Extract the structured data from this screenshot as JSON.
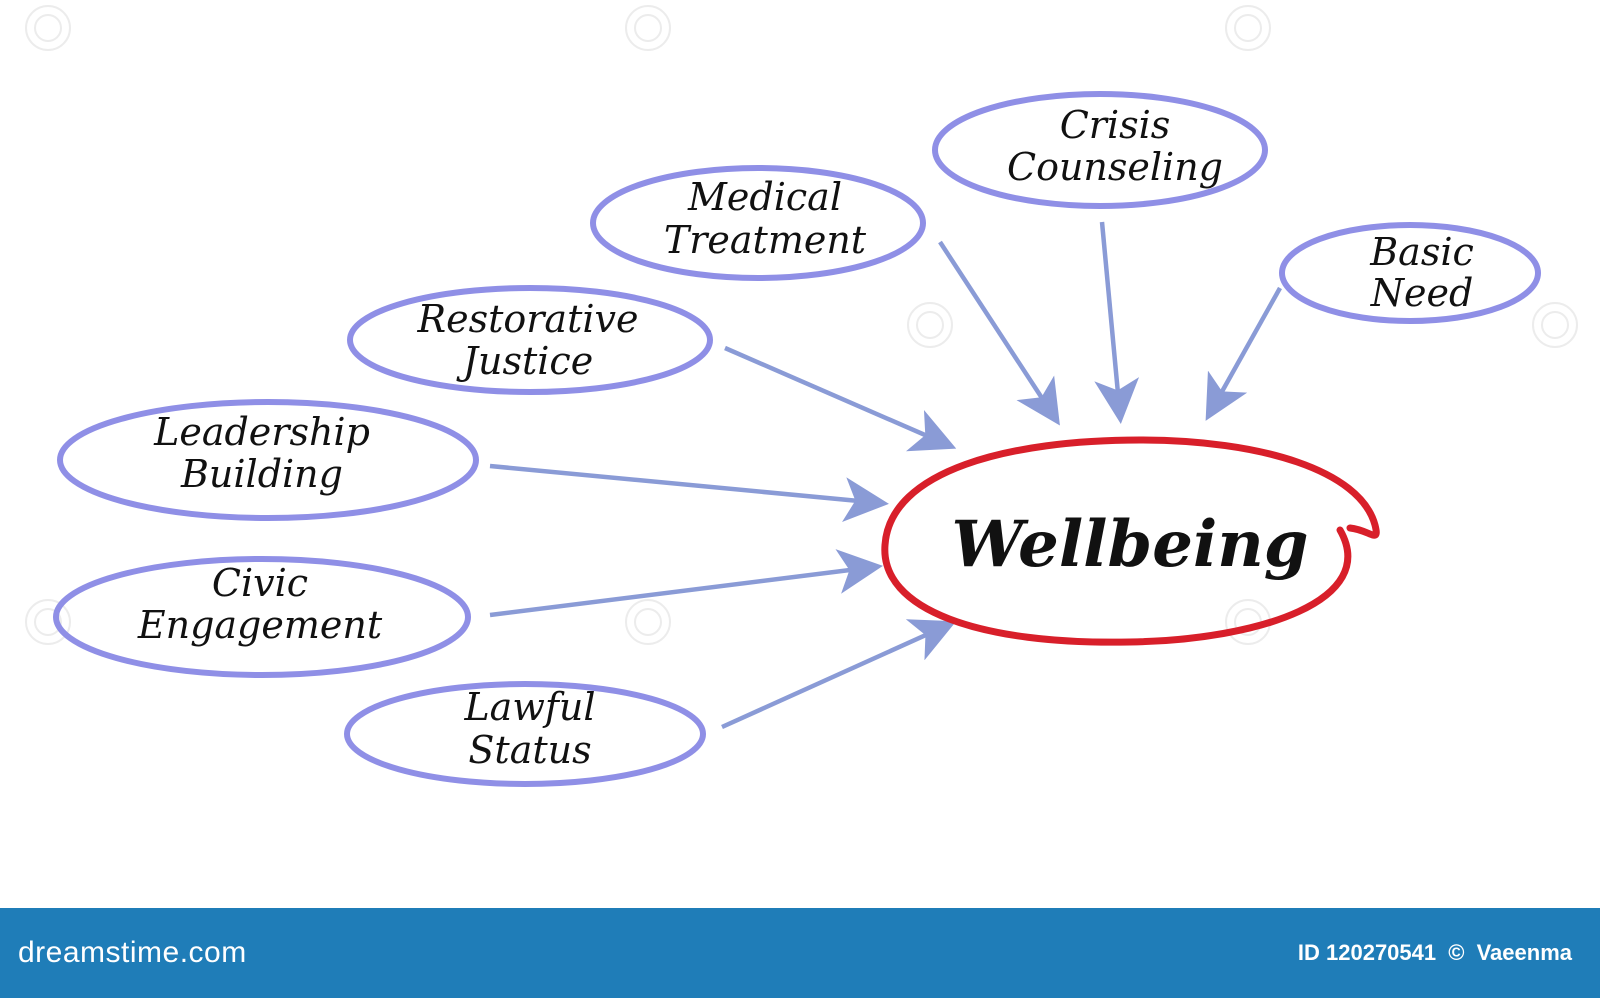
{
  "diagram": {
    "center": "Wellbeing",
    "nodes": [
      {
        "id": "crisis-counseling",
        "line1": "Crisis",
        "line2": "Counseling"
      },
      {
        "id": "medical-treatment",
        "line1": "Medical",
        "line2": "Treatment"
      },
      {
        "id": "basic-need",
        "line1": "Basic",
        "line2": "Need"
      },
      {
        "id": "restorative-justice",
        "line1": "Restorative",
        "line2": "Justice"
      },
      {
        "id": "leadership-building",
        "line1": "Leadership",
        "line2": "Building"
      },
      {
        "id": "civic-engagement",
        "line1": "Civic",
        "line2": "Engagement"
      },
      {
        "id": "lawful-status",
        "line1": "Lawful",
        "line2": "Status"
      }
    ],
    "colors": {
      "node_outline": "#8f8fe6",
      "arrow": "#8a9bd6",
      "center_outline": "#d81f2a",
      "footer_bg": "#1f7db8"
    }
  },
  "footer": {
    "brand": "dreamstime.com",
    "id_text": "ID 120270541",
    "copyright_symbol": "©",
    "author": "Vaeenma"
  }
}
